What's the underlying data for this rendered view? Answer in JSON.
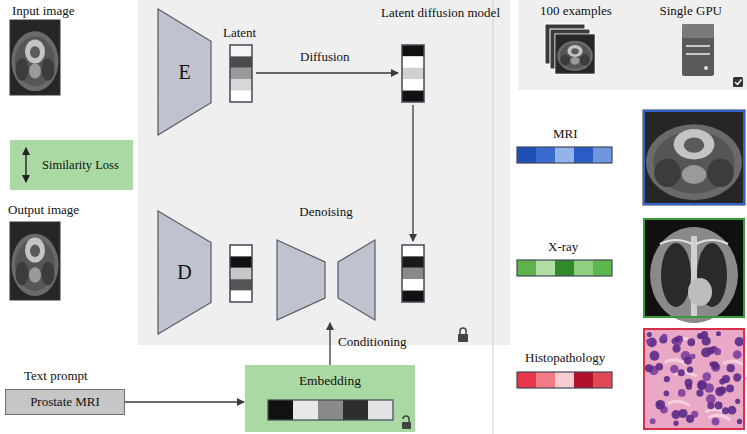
{
  "diagram": {
    "nodes": [
      {
        "text": [
          "Similarity Loss"
        ]
      },
      {
        "text": [
          "Latent diffusion model"
        ]
      },
      {
        "text": [
          "E"
        ],
        "in": 1
      },
      {
        "text": [
          "D"
        ],
        "in": 1
      },
      {
        "text": [
          "Denoising"
        ],
        "in": 1
      },
      {
        "text": [
          "Prostate MRI"
        ]
      },
      {
        "text": [
          "Embedding"
        ]
      },
      {
        "text": [
          "100 examples",
          "Single GPU"
        ]
      }
    ],
    "edges": [
      {
        "from": 5,
        "to": 6,
        "arrow": "to"
      },
      {
        "from": 6,
        "to": 4,
        "label": "Conditioning",
        "arrow": "to"
      }
    ],
    "labels": [
      "Input image",
      "Output image",
      "Text prompt",
      "Latent",
      "Diffusion",
      "MRI",
      "X-ray",
      "Histopathology"
    ]
  }
}
